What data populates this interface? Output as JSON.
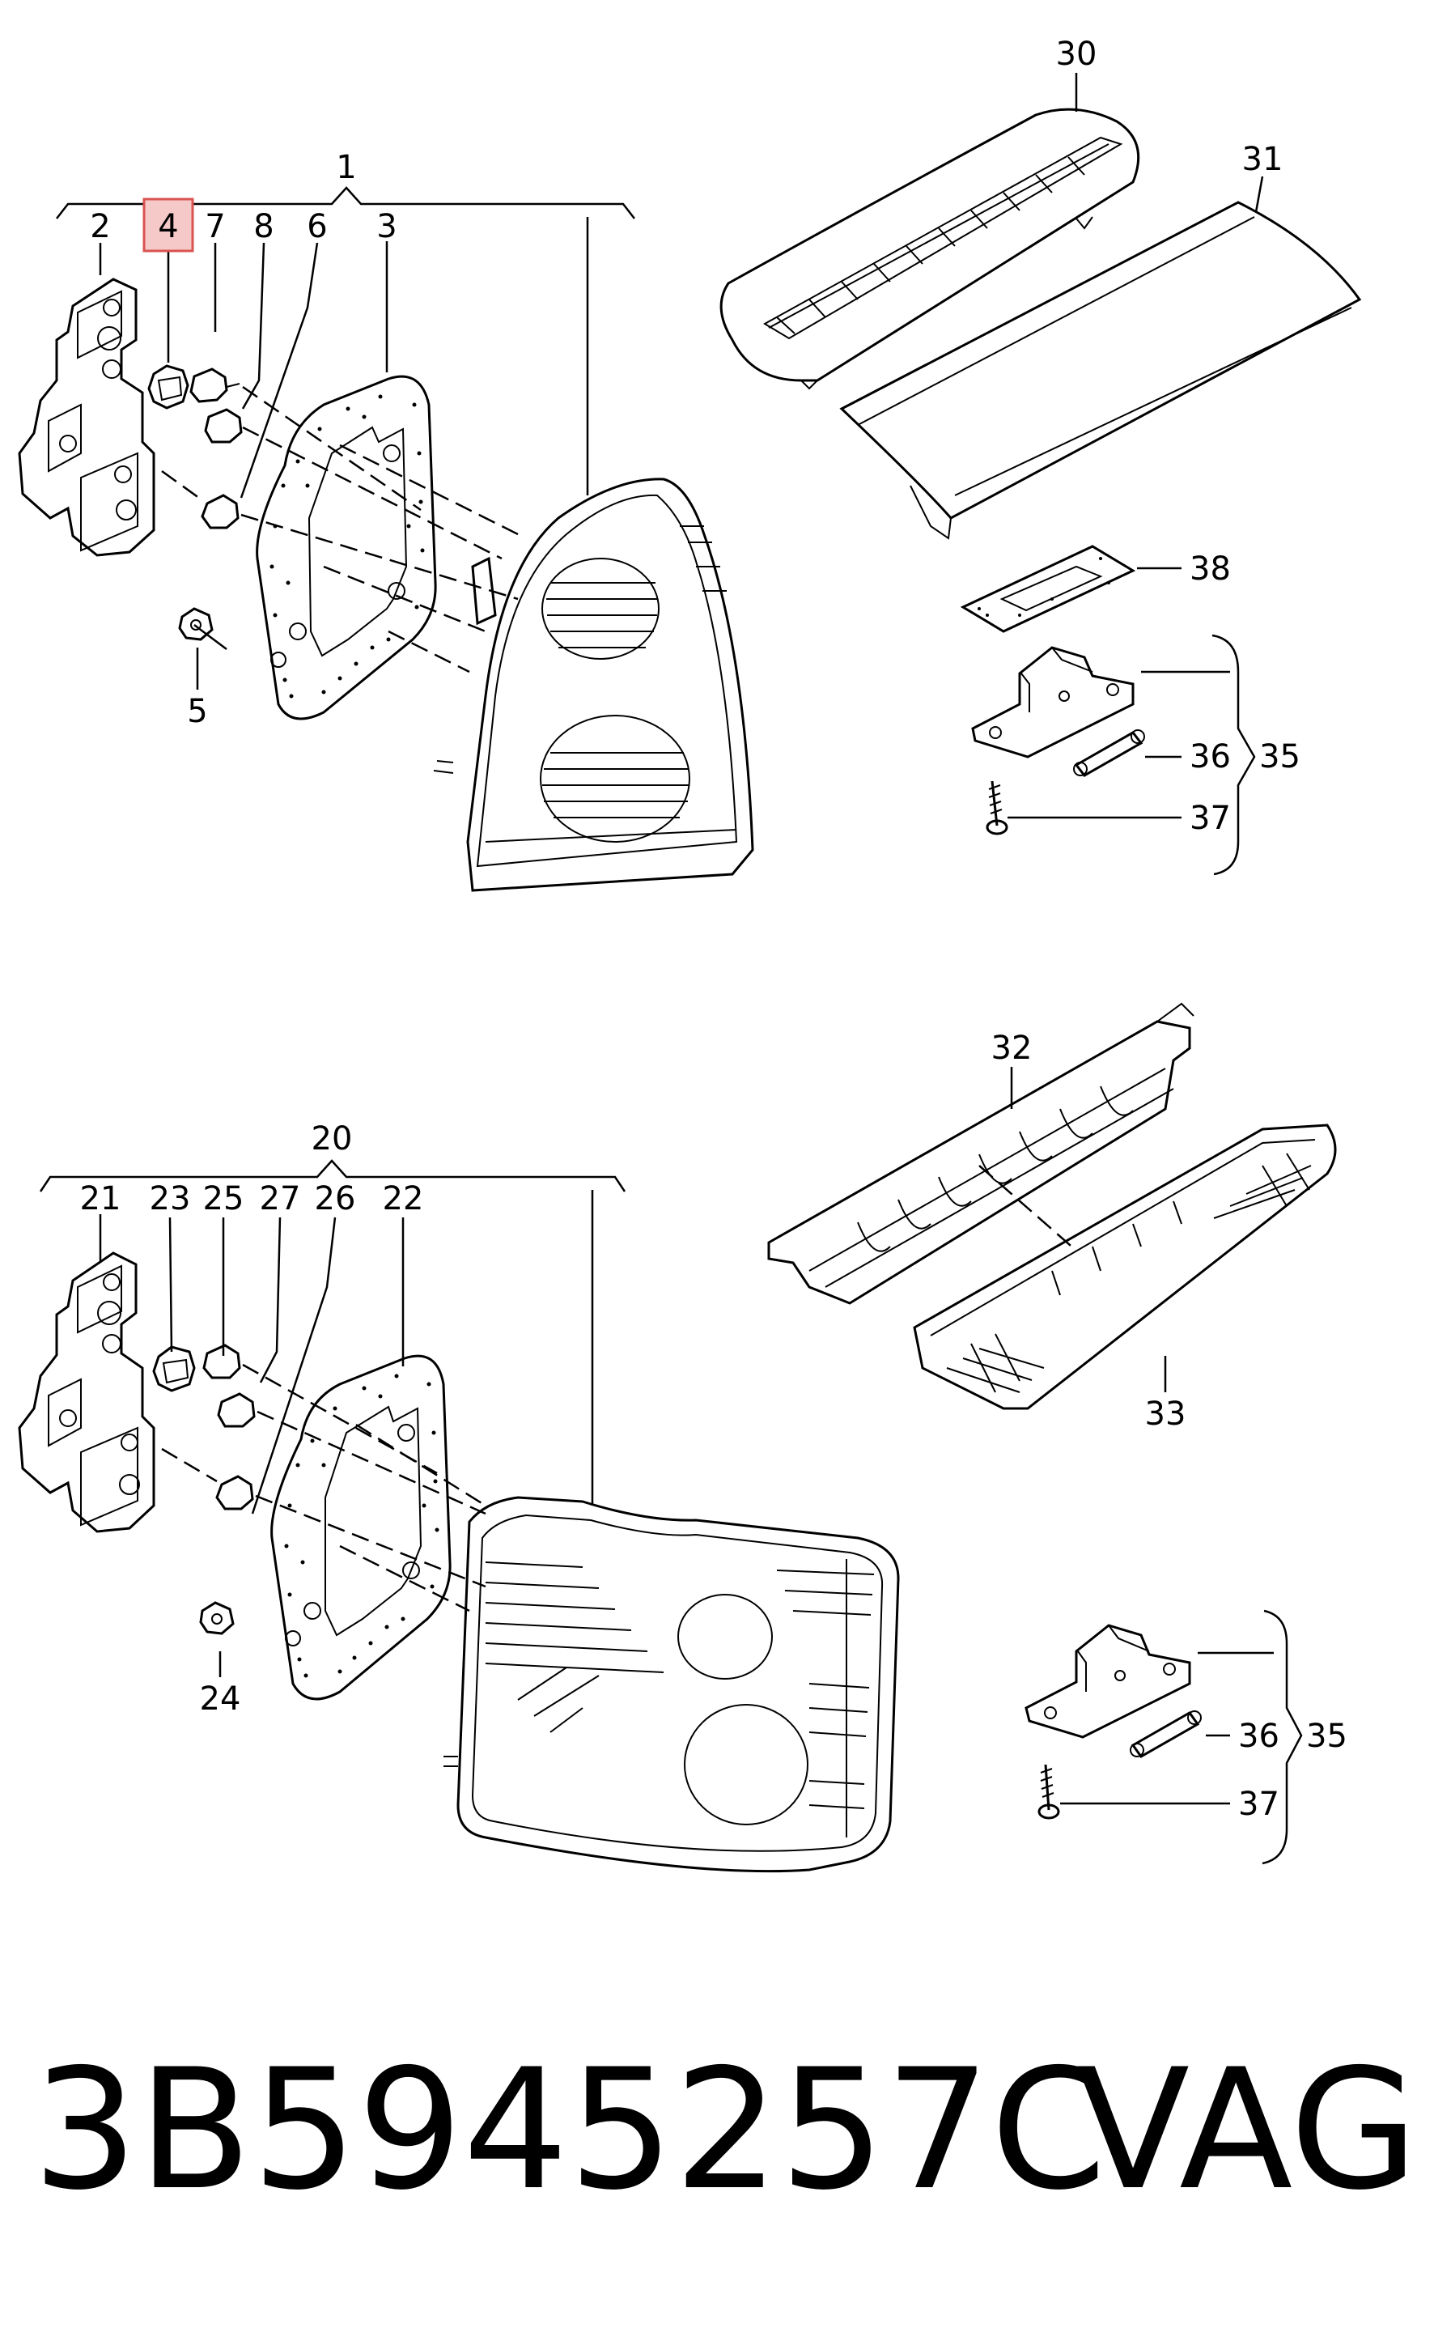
{
  "highlight_color": "#d9534f",
  "groups": {
    "rear_lamp_sedan": {
      "labels": [
        {
          "key": "g1",
          "text": "1"
        },
        {
          "key": "c2",
          "text": "2"
        },
        {
          "key": "c4",
          "text": "4",
          "highlighted": true
        },
        {
          "key": "c7",
          "text": "7"
        },
        {
          "key": "c8",
          "text": "8"
        },
        {
          "key": "c6",
          "text": "6"
        },
        {
          "key": "c3",
          "text": "3"
        },
        {
          "key": "c5",
          "text": "5"
        }
      ]
    },
    "rear_lamp_wagon": {
      "labels": [
        {
          "key": "g20",
          "text": "20"
        },
        {
          "key": "c21",
          "text": "21"
        },
        {
          "key": "c23",
          "text": "23"
        },
        {
          "key": "c25",
          "text": "25"
        },
        {
          "key": "c27",
          "text": "27"
        },
        {
          "key": "c26",
          "text": "26"
        },
        {
          "key": "c22",
          "text": "22"
        },
        {
          "key": "c24",
          "text": "24"
        }
      ]
    },
    "brake_light_top": {
      "labels": [
        {
          "key": "c30",
          "text": "30"
        },
        {
          "key": "c31",
          "text": "31"
        }
      ]
    },
    "brake_light_bottom": {
      "labels": [
        {
          "key": "c32",
          "text": "32"
        },
        {
          "key": "c33",
          "text": "33"
        }
      ]
    },
    "plate_light_top": {
      "labels": [
        {
          "key": "c38",
          "text": "38"
        },
        {
          "key": "c36a",
          "text": "36"
        },
        {
          "key": "c35a",
          "text": "35"
        },
        {
          "key": "c37a",
          "text": "37"
        }
      ]
    },
    "plate_light_bottom": {
      "labels": [
        {
          "key": "c36b",
          "text": "36"
        },
        {
          "key": "c35b",
          "text": "35"
        },
        {
          "key": "c37b",
          "text": "37"
        }
      ]
    }
  },
  "footer": {
    "part_number": "3B5945257C",
    "brand": "VAG"
  }
}
